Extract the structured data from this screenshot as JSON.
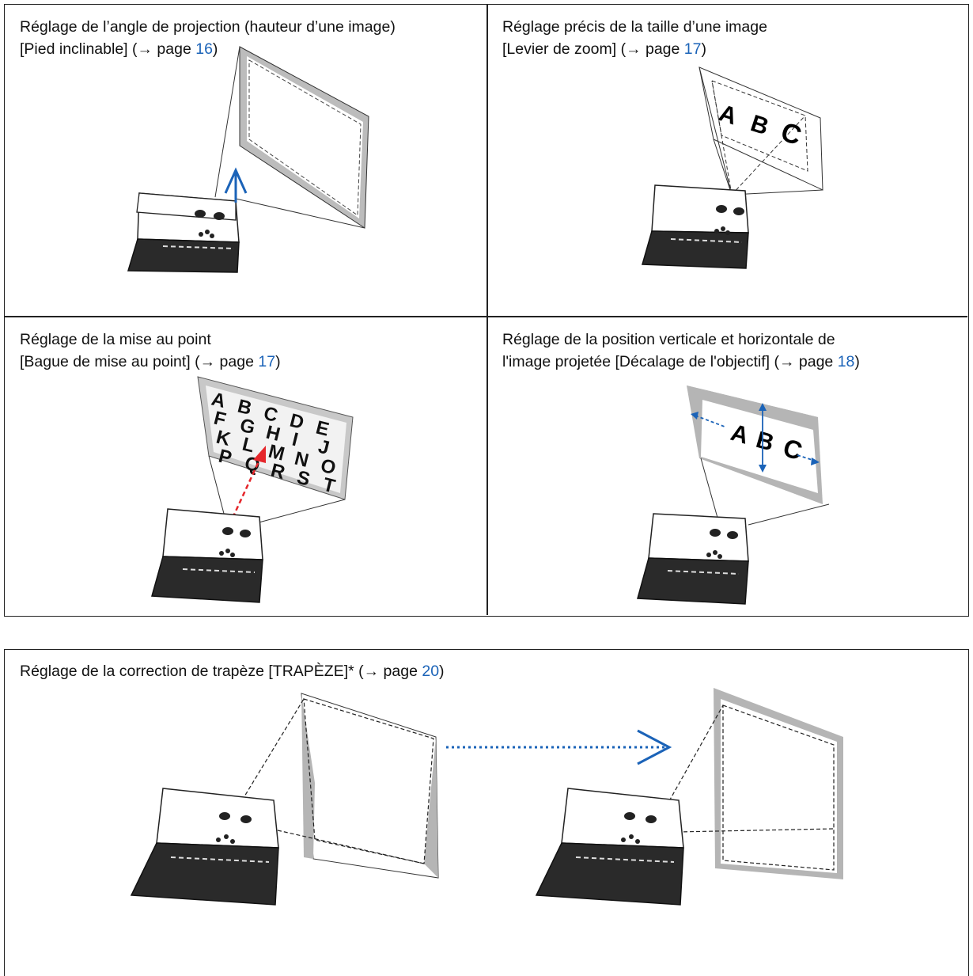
{
  "panels": [
    {
      "line1": "Réglage de l’angle de projection (hauteur d’une image)",
      "line2_pre": "[Pied inclinable] (→ page ",
      "page": "16",
      "line2_post": ")"
    },
    {
      "line1": "Réglage précis de la taille d’une image",
      "line2_pre": "[Levier de zoom] (→ page ",
      "page": "17",
      "line2_post": ")",
      "letters": [
        "A",
        "B",
        "C"
      ]
    },
    {
      "line1": "Réglage de la mise au point",
      "line2_pre": "[Bague de mise au point] (→ page ",
      "page": "17",
      "line2_post": ")",
      "letters": [
        "A",
        "B",
        "C",
        "D",
        "E",
        "F",
        "G",
        "H",
        "I",
        "J",
        "K",
        "L",
        "M",
        "N",
        "O",
        "P",
        "Q",
        "R",
        "S",
        "T"
      ]
    },
    {
      "line1": "Réglage de la position verticale et horizontale de",
      "line2_pre": "l'image projetée [Décalage de l'objectif] (→ page ",
      "page": "18",
      "line2_post": ")",
      "letters": [
        "A",
        "B",
        "C"
      ]
    }
  ],
  "bottom": {
    "line1_pre": "Réglage de la correction de trapèze [TRAPÈZE]* (→ page ",
    "page": "20",
    "line1_post": ")"
  },
  "colors": {
    "link": "#1b63b8",
    "arrow_blue": "#1b63b8",
    "arrow_red": "#e5262b",
    "screen_edge": "#b5b5b5"
  }
}
